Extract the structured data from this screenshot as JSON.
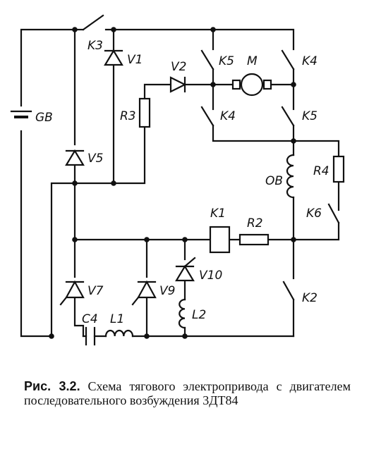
{
  "labels": {
    "K3": "K3",
    "V1": "V1",
    "V2": "V2",
    "K5_top": "K5",
    "M": "M",
    "K4_top": "K4",
    "GB": "GB",
    "R3": "R3",
    "K4_mid": "K4",
    "K5_mid": "K5",
    "V5": "V5",
    "OB": "OB",
    "R4": "R4",
    "K1": "K1",
    "R2": "R2",
    "K6": "K6",
    "V7": "V7",
    "V9": "V9",
    "V10": "V10",
    "L2": "L2",
    "K2": "K2",
    "C4": "C4",
    "L1": "L1"
  },
  "caption": {
    "number": "Рис. 3.2.",
    "text": "Схема тягового электропривода с двигателем последовательного возбуждения 3ДТ84"
  }
}
